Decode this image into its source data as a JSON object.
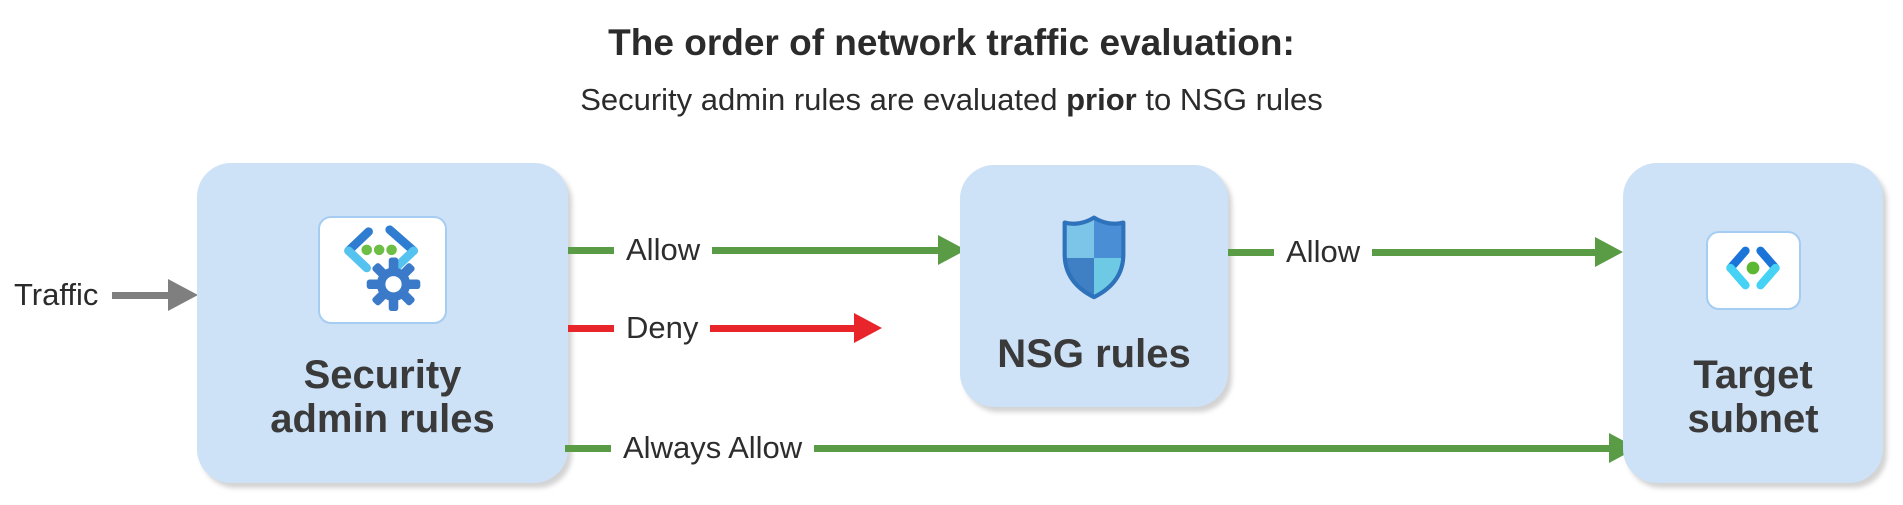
{
  "title": "The order of network traffic evaluation:",
  "subtitle": {
    "pre": "Security admin rules are evaluated ",
    "bold": "prior",
    "post": " to NSG rules"
  },
  "traffic_label": "Traffic",
  "nodes": [
    {
      "id": "security-admin-rules",
      "icon": "code-gear-icon",
      "lines": [
        "Security",
        "admin rules"
      ]
    },
    {
      "id": "nsg-rules",
      "icon": "shield-icon",
      "lines": [
        "NSG rules"
      ]
    },
    {
      "id": "target-subnet",
      "icon": "subnet-icon",
      "lines": [
        "Target",
        "subnet"
      ]
    }
  ],
  "arrows": [
    {
      "id": "allow-1",
      "label": "Allow",
      "color": "#5a9b46",
      "from": "security-admin-rules",
      "to": "nsg-rules"
    },
    {
      "id": "deny",
      "label": "Deny",
      "color": "#e8252b",
      "from": "security-admin-rules",
      "to": "dropped"
    },
    {
      "id": "allow-2",
      "label": "Allow",
      "color": "#5a9b46",
      "from": "nsg-rules",
      "to": "target-subnet"
    },
    {
      "id": "always-allow",
      "label": "Always Allow",
      "color": "#5a9b46",
      "from": "security-admin-rules",
      "to": "target-subnet"
    },
    {
      "id": "traffic-in",
      "label": "",
      "color": "#7f7f7f",
      "from": "traffic",
      "to": "security-admin-rules"
    }
  ],
  "colors": {
    "box_fill": "#cde1f7",
    "allow_green": "#5a9b46",
    "deny_red": "#e8252b",
    "traffic_gray": "#7f7f7f",
    "label_text": "#3a3a3a"
  }
}
